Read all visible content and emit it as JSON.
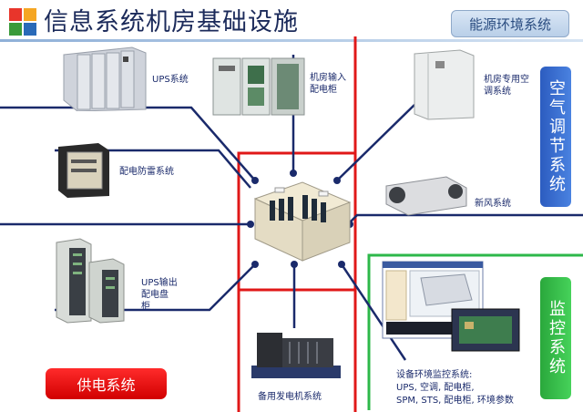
{
  "header": {
    "title": "信息系统机房基础设施",
    "badge": "能源环境系统"
  },
  "panels": {
    "air": "空气调节系统",
    "monitor": "监控系统",
    "power": "供电系统"
  },
  "labels": {
    "ups": "UPS系统",
    "input_cabinet_1": "机房输入",
    "input_cabinet_2": "配电柜",
    "ac_1": "机房专用空",
    "ac_2": "调系统",
    "lightning": "配电防雷系统",
    "fresh_air": "新风系统",
    "ups_out_1": "UPS输出",
    "ups_out_2": "配电盘",
    "ups_out_3": "柜",
    "generator": "备用发电机系统",
    "monitor_1": "设备环境监控系统:",
    "monitor_2": "UPS, 空调, 配电柜,",
    "monitor_3": "SPM, STS, 配电柜, 环境参数"
  },
  "colors": {
    "logo": [
      "#e8352b",
      "#f5a623",
      "#3a9a3a",
      "#2a6ab8"
    ],
    "blue_line": "#1a2a6b",
    "red_line": "#e01818",
    "green_line": "#2db84a",
    "air_panel": "#3a6fd0",
    "monitor_panel": "#39c24a"
  }
}
